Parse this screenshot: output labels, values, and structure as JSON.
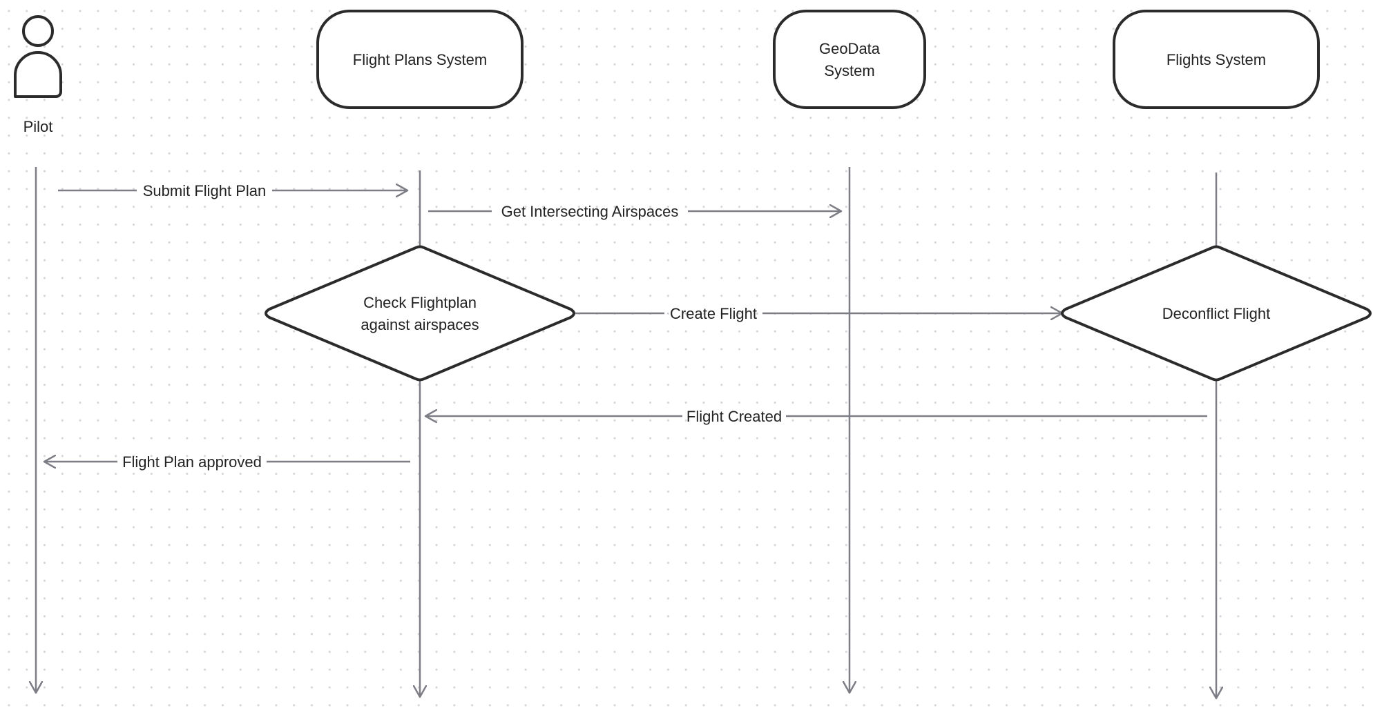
{
  "participants": {
    "pilot": "Pilot",
    "flight_plans": "Flight Plans System",
    "geodata_line1": "GeoData",
    "geodata_line2": "System",
    "flights": "Flights System"
  },
  "decisions": {
    "check_line1": "Check Flightplan",
    "check_line2": "against airspaces",
    "deconflict": "Deconflict Flight"
  },
  "messages": {
    "submit": "Submit Flight Plan",
    "get_airspaces": "Get Intersecting Airspaces",
    "create_flight": "Create Flight",
    "flight_created": "Flight Created",
    "approved": "Flight Plan approved"
  },
  "colors": {
    "shape_stroke": "#2b2b2b",
    "arrow_stroke": "#7d7d86",
    "text": "#222222",
    "grid_dot": "#d6d6da"
  }
}
